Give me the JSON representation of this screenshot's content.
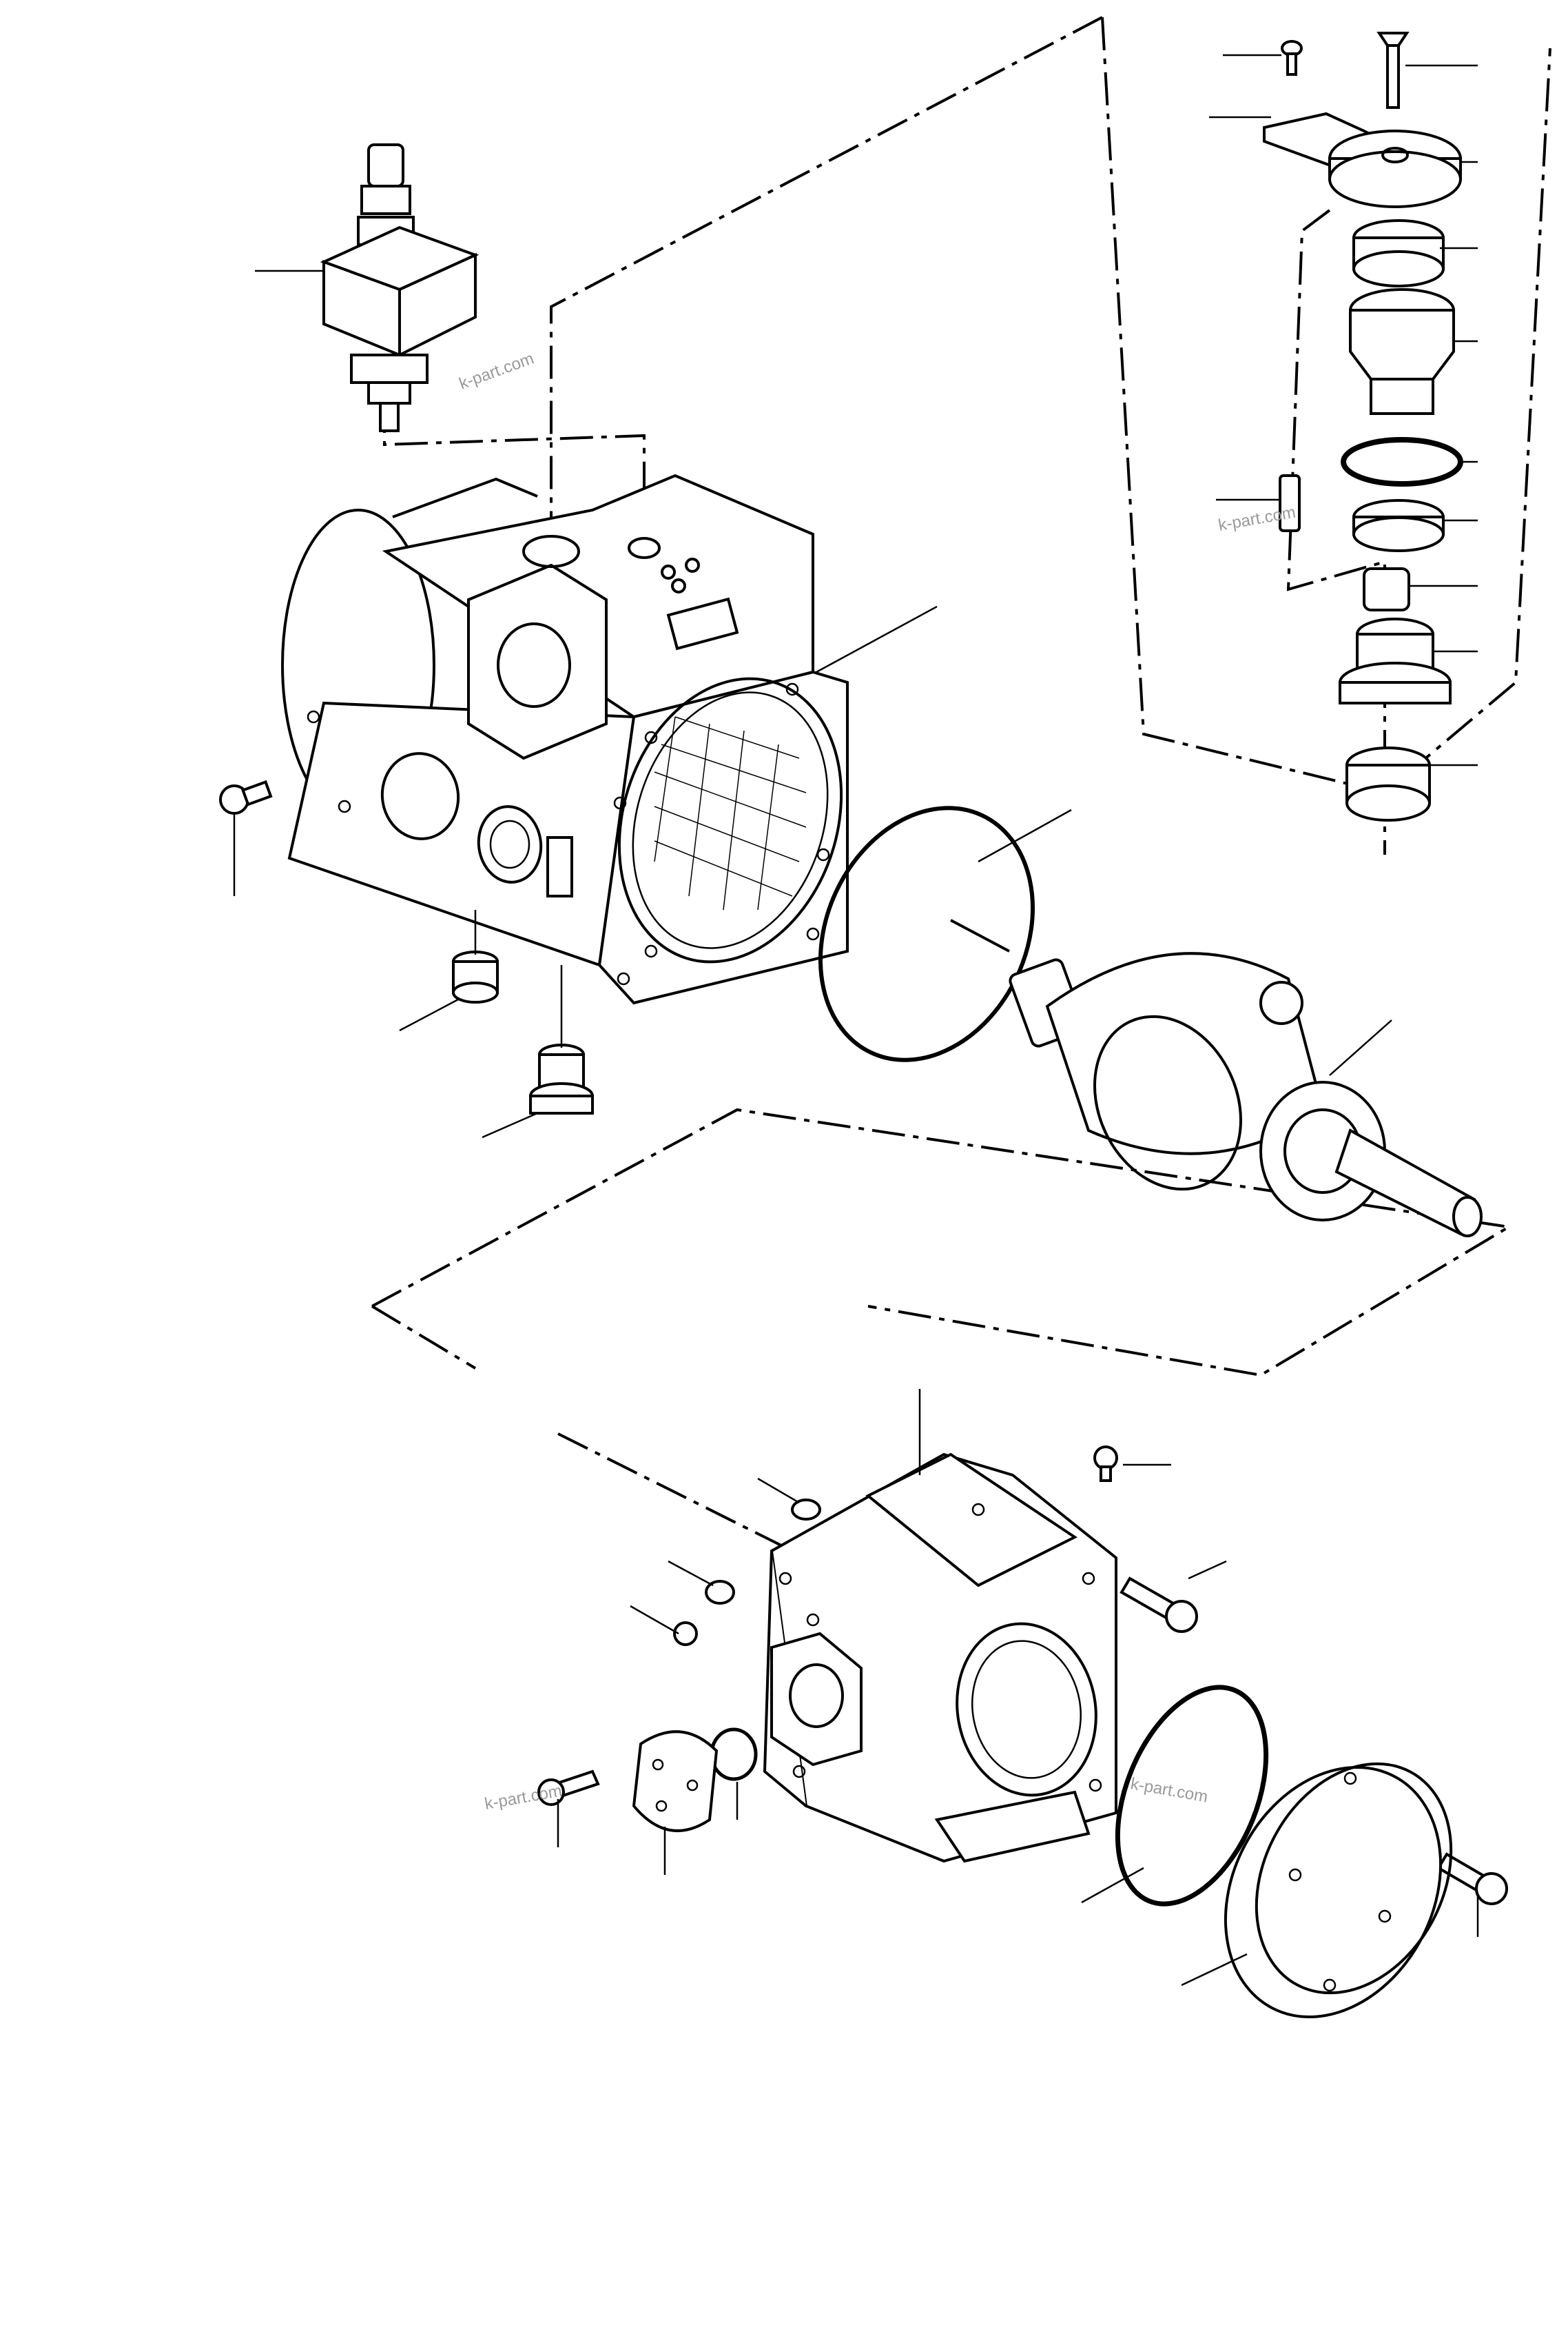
{
  "watermarks": [
    "k-part.com",
    "k-part.com",
    "k-part.com",
    "k-part.com"
  ],
  "colors": {
    "line": "#000000",
    "background": "#ffffff",
    "watermark": "#9a9a9a"
  }
}
